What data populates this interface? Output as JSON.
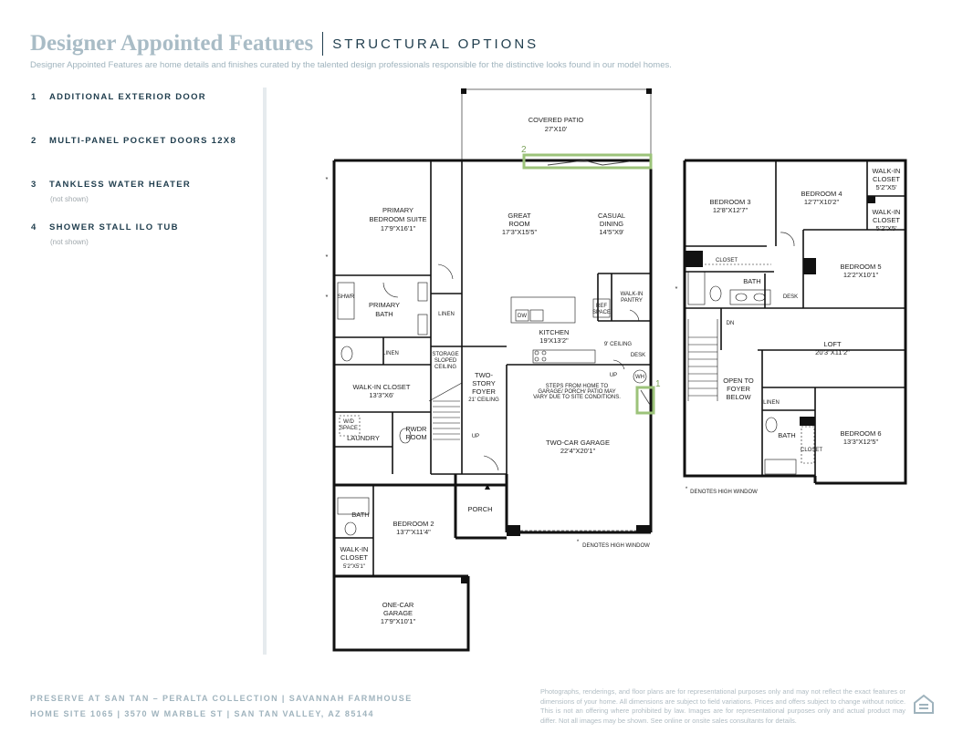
{
  "header": {
    "title": "Designer Appointed Features",
    "subtitle": "STRUCTURAL OPTIONS",
    "description": "Designer Appointed Features are home details and finishes curated by the talented design professionals responsible for the distinctive looks found in our model homes."
  },
  "features": [
    {
      "num": "1",
      "label": "ADDITIONAL EXTERIOR DOOR",
      "note": ""
    },
    {
      "num": "2",
      "label": "MULTI-PANEL POCKET DOORS 12X8",
      "note": ""
    },
    {
      "num": "3",
      "label": "TANKLESS WATER HEATER",
      "note": "(not shown)"
    },
    {
      "num": "4",
      "label": "SHOWER STALL ILO TUB",
      "note": "(not shown)"
    }
  ],
  "plan": {
    "markers": {
      "m1": "1",
      "m2": "2"
    },
    "rooms": {
      "covered_patio": {
        "name": "COVERED PATIO",
        "dims": "27'X10'"
      },
      "primary_suite": {
        "name1": "PRIMARY",
        "name2": "BEDROOM SUITE",
        "dims": "17'9\"X16'1\""
      },
      "great_room": {
        "name1": "GREAT",
        "name2": "ROOM",
        "dims": "17'3\"X15'5\""
      },
      "casual_dining": {
        "name1": "CASUAL",
        "name2": "DINING",
        "dims": "14'5\"X9'"
      },
      "primary_bath": {
        "name1": "PRIMARY",
        "name2": "BATH"
      },
      "shwr": "SHWR",
      "linen1": "LINEN",
      "linen2": "LINEN",
      "linen3": "LINEN",
      "walk_in_pantry": {
        "name1": "WALK-IN",
        "name2": "PANTRY"
      },
      "ref_space": {
        "name1": "REF",
        "name2": "SPACE"
      },
      "dw": "DW",
      "kitchen": {
        "name": "KITCHEN",
        "dims": "19'X13'2\""
      },
      "ceiling_9": "9' CEILING",
      "desk1": "DESK",
      "desk2": "DESK",
      "storage": {
        "l1": "STORAGE",
        "l2": "SLOPED",
        "l3": "CEILING"
      },
      "two_story_foyer": {
        "l1": "TWO-",
        "l2": "STORY",
        "l3": "FOYER",
        "l4": "21' CEILING"
      },
      "up1": "UP",
      "up2": "UP",
      "wh": "WH",
      "steps_note": {
        "l1": "STEPS FROM HOME TO",
        "l2": "GARAGE/ PORCH/ PATIO MAY",
        "l3": "VARY DUE TO SITE CONDITIONS."
      },
      "walk_in_closet_primary": {
        "name": "WALK-IN CLOSET",
        "dims": "13'3\"X6'"
      },
      "wd_space": {
        "l1": "W/D",
        "l2": "SPACE"
      },
      "laundry": "LAUNDRY",
      "pwdr": {
        "l1": "PWDR",
        "l2": "ROOM"
      },
      "two_car_garage": {
        "name": "TWO-CAR GARAGE",
        "dims": "22'4\"X20'1\""
      },
      "porch": "PORCH",
      "bath_down": "BATH",
      "bedroom2": {
        "name": "BEDROOM 2",
        "dims": "13'7\"X11'4\""
      },
      "wic_small": {
        "l1": "WALK-IN",
        "l2": "CLOSET",
        "dims": "5'2\"X5'1\""
      },
      "one_car_garage": {
        "l1": "ONE-CAR",
        "l2": "GARAGE",
        "dims": "17'9\"X10'1\""
      },
      "high_window_note": "DENOTES HIGH WINDOW",
      "bedroom3": {
        "name": "BEDROOM 3",
        "dims": "12'8\"X12'7\""
      },
      "bedroom4": {
        "name": "BEDROOM 4",
        "dims": "12'7\"X10'2\""
      },
      "wic_up1": {
        "l1": "WALK-IN",
        "l2": "CLOSET",
        "dims": "5'2\"X5'"
      },
      "wic_up2": {
        "l1": "WALK-IN",
        "l2": "CLOSET",
        "dims": "5'2\"X5'"
      },
      "closet1": "CLOSET",
      "closet2": "CLOSET",
      "bath_up1": "BATH",
      "bath_up2": "BATH",
      "bedroom5": {
        "name": "BEDROOM 5",
        "dims": "12'2\"X10'1\""
      },
      "dn": "DN",
      "loft": {
        "name": "LOFT",
        "dims": "20'3\"X11'2\""
      },
      "open_foyer": {
        "l1": "OPEN TO",
        "l2": "FOYER",
        "l3": "BELOW"
      },
      "bedroom6": {
        "name": "BEDROOM 6",
        "dims": "13'3\"X12'5\""
      },
      "high_window_note2": "DENOTES HIGH WINDOW"
    }
  },
  "footer": {
    "line1": "PRESERVE AT SAN TAN – PERALTA COLLECTION  |  SAVANNAH FARMHOUSE",
    "line2": "HOME SITE 1065  |  3570 W MARBLE ST  |  SAN TAN VALLEY, AZ 85144",
    "disclaimer": "Photographs, renderings, and floor plans are for representational purposes only and may not reflect the exact features or dimensions of your home. All dimensions are subject to field variations. Prices and offers subject to change without notice. This is not an offering where prohibited by law. Images are for representational purposes only and actual product may differ. Not all images may be shown. See online or onsite sales consultants for details."
  },
  "colors": {
    "accent_title": "#a9bcc6",
    "text_dark": "#1f3d4d",
    "marker_green": "#7ba35a"
  },
  "icons": {
    "equal_housing": "equal-housing-icon",
    "high_window": "asterisk-icon"
  }
}
